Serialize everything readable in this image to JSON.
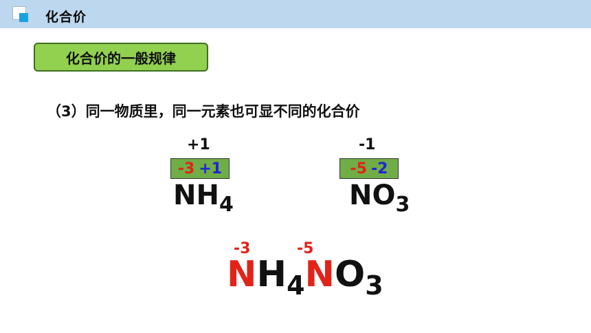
{
  "header": {
    "title": "化合价"
  },
  "rule_box": {
    "label": "化合价的一般规律"
  },
  "subtitle": "（3）同一物质里，同一元素也可显不同的化合价",
  "ion_left": {
    "charge": "+1",
    "calc_a": "-3",
    "calc_b": "+1",
    "formula_main": "NH",
    "formula_sub": "4"
  },
  "ion_right": {
    "charge": "-1",
    "calc_a": "-5",
    "calc_b": "-2",
    "formula_main": "NO",
    "formula_sub": "3"
  },
  "compound": {
    "charge_n1": "-3",
    "charge_n2": "-5",
    "n1": "N",
    "h": "H",
    "sub4": "4",
    "n2": "N",
    "o": "O",
    "sub3": "3"
  },
  "colors": {
    "highlight_red": "#e2231a",
    "calc_blue": "#2323d6",
    "box_green": "#92d050",
    "calc_green": "#70ad47"
  }
}
